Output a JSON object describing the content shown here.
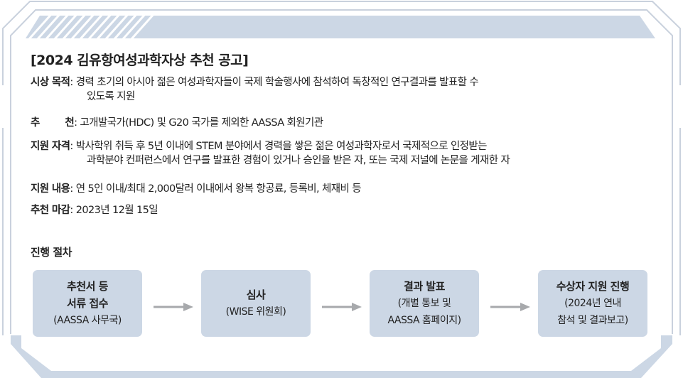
{
  "notice": {
    "title": "[2024 김유항여성과학자상 추천 공고]",
    "items": [
      {
        "label": "시상 목적",
        "sep": ": ",
        "lines": [
          "경력 초기의 아시아 젊은 여성과학자들이 국제 학술행사에 참석하여 독창적인 연구결과를 발표할 수",
          "있도록 지원"
        ]
      },
      {
        "label": "추        천",
        "sep": ": ",
        "lines": [
          "고개발국가(HDC) 및 G20 국가를 제외한 AASSA 회원기관"
        ]
      },
      {
        "label": "지원 자격",
        "sep": ": ",
        "lines": [
          "박사학위 취득 후 5년 이내에 STEM 분야에서 경력을 쌓은 젊은 여성과학자로서 국제적으로 인정받는",
          "과학분야 컨퍼런스에서 연구를 발표한 경험이 있거나 승인을 받은 자, 또는 국제 저널에 논문을 게재한 자"
        ]
      },
      {
        "label": "지원 내용",
        "sep": ": ",
        "lines": [
          "연 5인 이내/최대 2,000달러 이내에서 왕복 항공료, 등록비, 체재비 등"
        ]
      },
      {
        "label": "추천 마감",
        "sep": ": ",
        "lines": [
          "2023년 12월 15일"
        ]
      }
    ]
  },
  "process": {
    "title": "진행 절차",
    "steps": [
      {
        "title_lines": [
          "추천서 등",
          "서류 접수"
        ],
        "sub_lines": [
          "(AASSA 사무국)"
        ]
      },
      {
        "title_lines": [
          "심사"
        ],
        "sub_lines": [
          "(WISE 위원회)"
        ]
      },
      {
        "title_lines": [
          "결과 발표"
        ],
        "sub_lines": [
          "(개별 통보 및",
          "AASSA 홈페이지)"
        ]
      },
      {
        "title_lines": [
          "수상자 지원 진행"
        ],
        "sub_lines": [
          "(2024년 연내",
          "참석 및 결과보고)"
        ]
      }
    ]
  },
  "colors": {
    "frame": "#c9d1dd",
    "band": "#ccd7e5",
    "band_stripes": "#ffffff",
    "box": "#ccd7e5",
    "arrow": "#a7a9ac",
    "text": "#222222"
  },
  "icons": {
    "arrow": "right-arrow-icon"
  }
}
